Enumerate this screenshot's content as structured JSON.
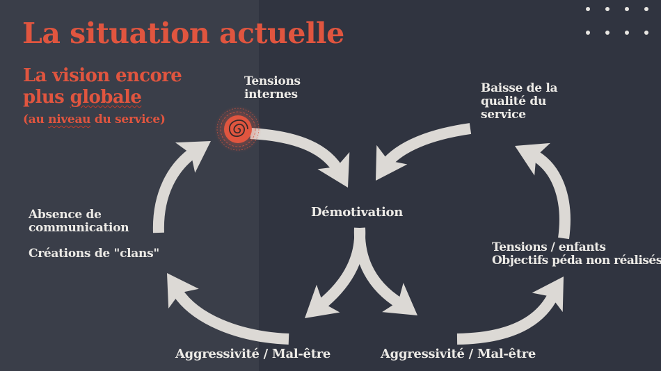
{
  "slide": {
    "title": "La situation actuelle",
    "subtitle": {
      "line1": "La vision encore",
      "line2_prefix": "plus ",
      "line2_underlined": "globale",
      "paren_prefix": "(au ",
      "paren_underlined": "niveau",
      "paren_suffix": " du service)"
    }
  },
  "colors": {
    "background": "#303440",
    "left_panel": "#3a3e49",
    "accent": "#e0553f",
    "arrow": "#dcd9d5",
    "text": "#eceae6"
  },
  "diagram": {
    "nodes": {
      "tensions_internes": [
        "Tensions",
        "internes"
      ],
      "baisse_qualite": [
        "Baisse de la",
        "qualité du",
        "service"
      ],
      "absence_communication": [
        "Absence de",
        "communication"
      ],
      "creations_clans": "Créations de \"clans\"",
      "demotivation": "Démotivation",
      "tensions_enfants": [
        "Tensions / enfants",
        "Objectifs péda non réalisés"
      ],
      "aggressivite_left": "Aggressivité / Mal-être",
      "aggressivite_right": "Aggressivité / Mal-être"
    },
    "highlight_icon": "spiral-target-icon",
    "arrow_count": 8
  },
  "decor": {
    "dot_grid_icon": "dot-grid-icon"
  }
}
